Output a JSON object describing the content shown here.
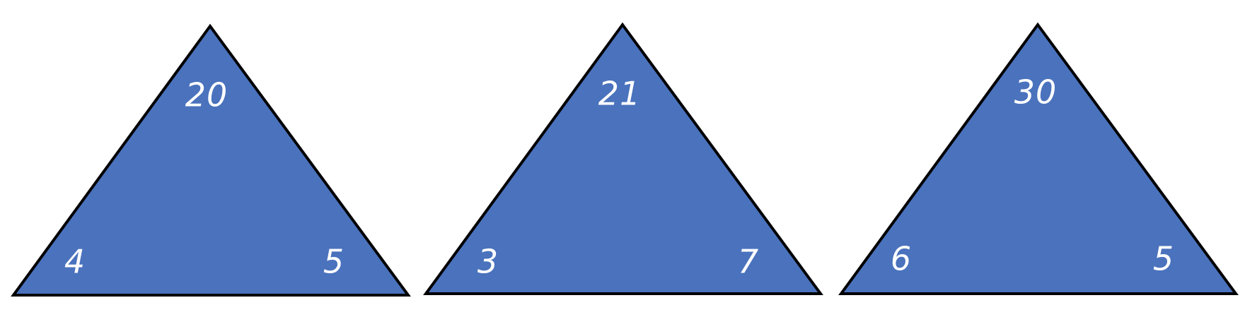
{
  "fill_color": "#4A72BD",
  "stroke_color": "#000000",
  "label_color": "#FFFFFF",
  "triangles": [
    {
      "top": "20",
      "left": "4",
      "right": "5"
    },
    {
      "top": "21",
      "left": "3",
      "right": "7"
    },
    {
      "top": "30",
      "left": "6",
      "right": "5"
    }
  ]
}
